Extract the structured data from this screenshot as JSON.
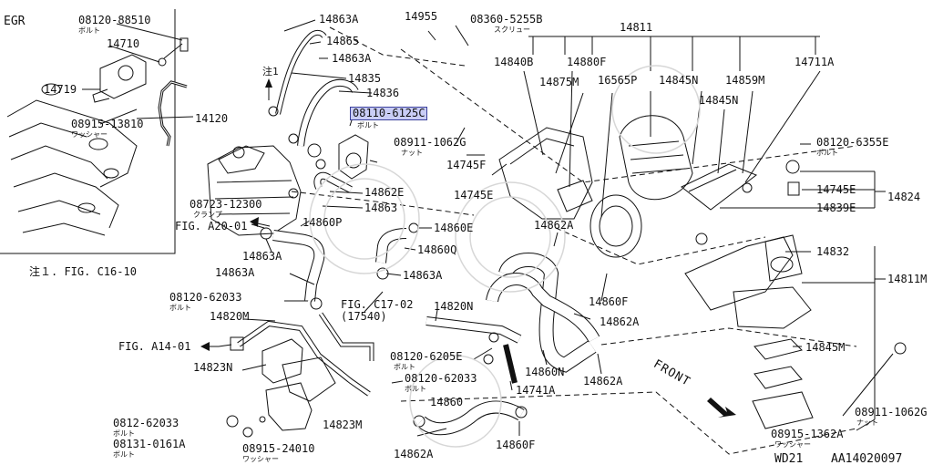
{
  "section_title": "EGR",
  "note_marker": "注1",
  "note_text": "注１. FIG. C16-10",
  "front_label": "FRONT",
  "model_code": "WD21",
  "illustration_code": "AA14020097",
  "parts": {
    "p14955": "14955",
    "p08360": "08360-5255B",
    "p08360_jp": "スクリュー",
    "p14811": "14811",
    "p08120_88510": "08120-88510",
    "p08120_88510_jp": "ボルト",
    "p14710": "14710",
    "p14719": "14719",
    "p08915_13810": "08915-13810",
    "p08915_13810_jp": "ワッシャー",
    "p14120": "14120",
    "p14863A_1": "14863A",
    "p14865": "14865",
    "p14863A_2": "14863A",
    "p14835": "14835",
    "p14836": "14836",
    "p08110": "08110-6125C",
    "p08110_jp": "ボルト",
    "p08911_1062G_1": "08911-1062G",
    "p08911_1062G_1_jp": "ナット",
    "p14745F": "14745F",
    "p14745E_1": "14745E",
    "p14840B": "14840B",
    "p14880F": "14880F",
    "p14875M": "14875M",
    "p16565P": "16565P",
    "p14845N_1": "14845N",
    "p14845N_2": "14845N",
    "p14859M": "14859M",
    "p14711A": "14711A",
    "p08120_6355E": "08120-6355E",
    "p08120_6355E_jp": "ボルト",
    "p14745E_2": "14745E",
    "p14824": "14824",
    "p14839E": "14839E",
    "p14832": "14832",
    "p14811M": "14811M",
    "p14845M": "14845M",
    "p08911_1062G_2": "08911-1062G",
    "p08911_1062G_2_jp": "ナット",
    "p08915_1362A": "08915-1362A",
    "p08915_1362A_jp": "ワッシャー",
    "p14862E": "14862E",
    "p14863": "14863",
    "p08723_12300": "08723-12300",
    "p08723_12300_jp": "クランプ",
    "figA20": "FIG. A20-01",
    "p14860P": "14860P",
    "p14863A_3": "14863A",
    "p14863A_4": "14863A",
    "p14860E": "14860E",
    "p14860Q": "14860Q",
    "p14863A_5": "14863A",
    "p14862A_1": "14862A",
    "p08120_62033_1": "08120-62033",
    "p08120_62033_1_jp": "ボルト",
    "figC17": "FIG. C17-02",
    "figC17_sub": "(17540)",
    "p14820N": "14820N",
    "p14820M": "14820M",
    "figA14": "FIG. A14-01",
    "p14823N": "14823N",
    "p08120_6205E": "08120-6205E",
    "p08120_6205E_jp": "ボルト",
    "p08120_62033_2": "08120-62033",
    "p08120_62033_2_jp": "ボルト",
    "p14860N": "14860N",
    "p14862A_2": "14862A",
    "p14860F_1": "14860F",
    "p14741A": "14741A",
    "p14862A_3": "14862A",
    "p14860": "14860",
    "p14860F_2": "14860F",
    "p14862A_4": "14862A",
    "p0812_62033": "0812-62033",
    "p0812_62033_jp": "ボルト",
    "p08131_0161A": "08131-0161A",
    "p08131_0161A_jp": "ボルト",
    "p08915_24010": "08915-24010",
    "p08915_24010_jp": "ワッシャー",
    "p14823M": "14823M"
  }
}
